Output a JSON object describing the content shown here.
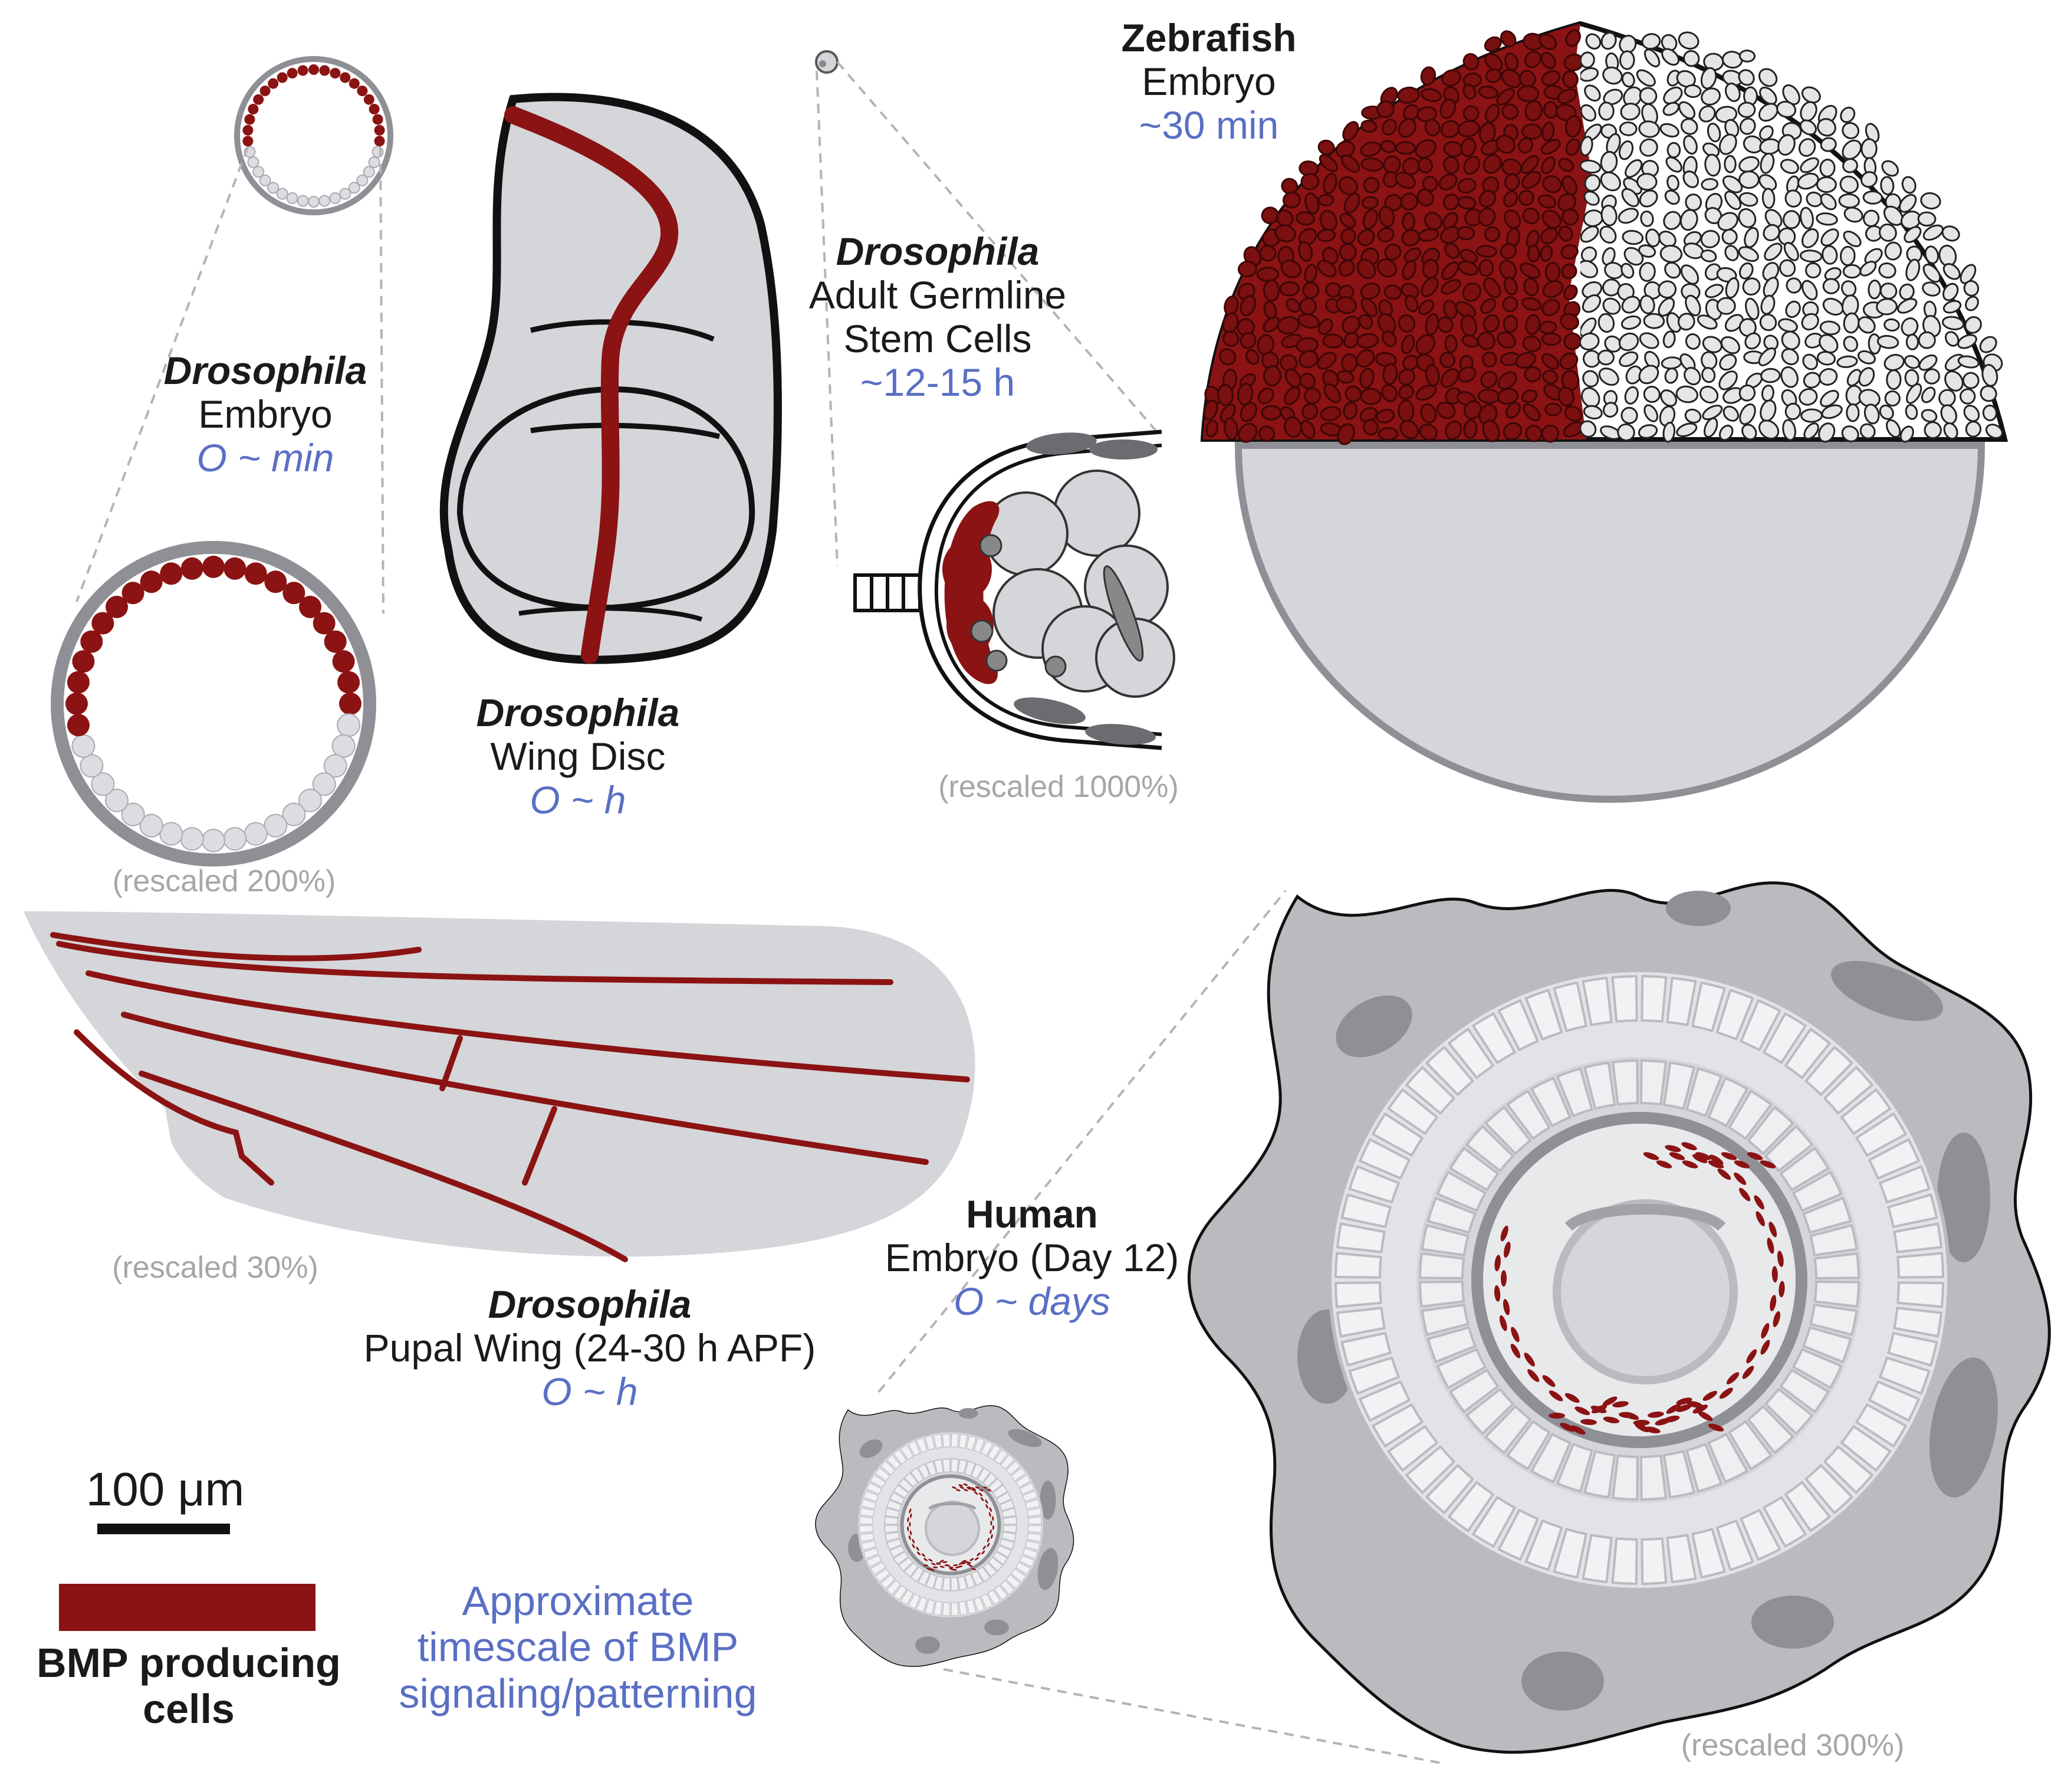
{
  "colors": {
    "bmp": "#8b1313",
    "tissue": "#d4d6da",
    "tissue_dark": "#8e9096",
    "outline": "#1a1a1a",
    "timescale_text": "#5a6fc4",
    "rescale_text": "#a6a6a6"
  },
  "panels": {
    "embryo": {
      "species": "Drosophila",
      "name": "Embryo",
      "timescale": "O ~ min",
      "rescale": "(rescaled 200%)"
    },
    "wing_disc": {
      "species": "Drosophila",
      "name": "Wing Disc",
      "timescale": "O ~ h"
    },
    "germline": {
      "species": "Drosophila",
      "name_line1": "Adult Germline",
      "name_line2": "Stem Cells",
      "timescale": "~12-15 h",
      "rescale": "(rescaled 1000%)"
    },
    "zebrafish": {
      "species": "Zebrafish",
      "name": "Embryo",
      "timescale": "~30 min"
    },
    "pupal_wing": {
      "species": "Drosophila",
      "name": "Pupal Wing (24-30 h APF)",
      "timescale": "O ~ h",
      "rescale": "(rescaled 30%)"
    },
    "human": {
      "species": "Human",
      "name": "Embryo (Day 12)",
      "timescale": "O ~ days",
      "rescale": "(rescaled 300%)"
    }
  },
  "legend": {
    "scale_bar": "100 μm",
    "bmp_label_line1": "BMP producing",
    "bmp_label_line2": "cells",
    "timescale_line1": "Approximate",
    "timescale_line2": "timescale of BMP",
    "timescale_line3": "signaling/patterning"
  }
}
